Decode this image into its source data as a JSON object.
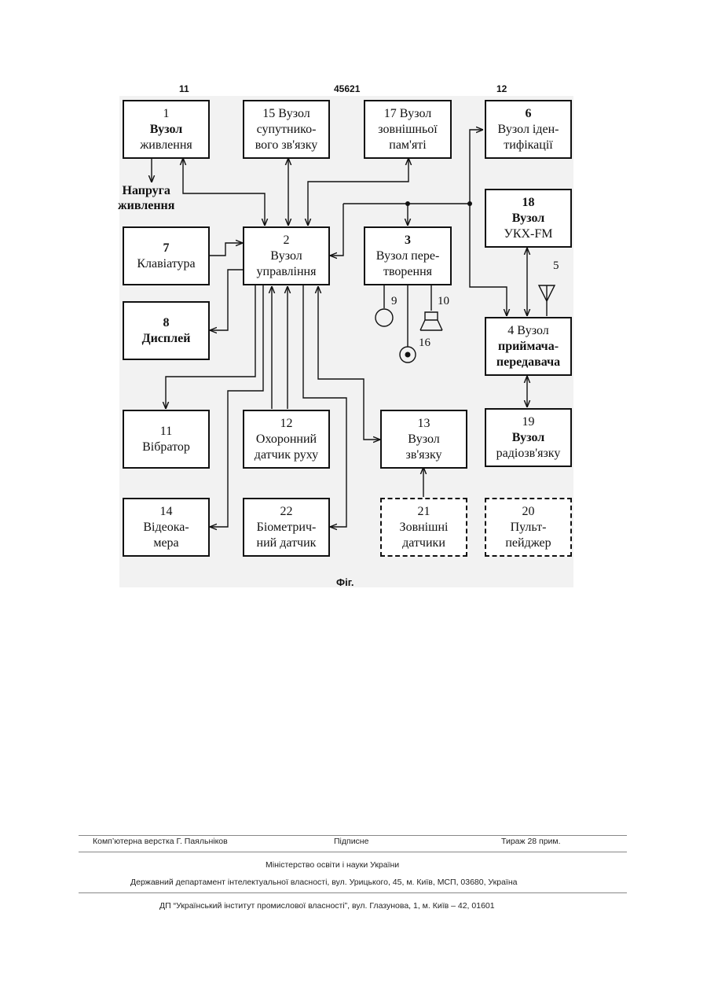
{
  "header": {
    "left_num": "11",
    "doc_num": "45621",
    "right_num": "12"
  },
  "boxes": {
    "b1": {
      "num": "1",
      "l1": "Вузол",
      "l2": "живлення"
    },
    "b15": {
      "l1": "15  Вузол",
      "l2": "супутнико-",
      "l3": "вого зв'язку"
    },
    "b17": {
      "l1": "17  Вузол",
      "l2": "зовнішньої",
      "l3": "пам'яті"
    },
    "b6": {
      "num": "6",
      "l1": "Вузол іден-",
      "l2": "тифікації"
    },
    "b7": {
      "num": "7",
      "l1": "Клавіатура"
    },
    "b2": {
      "num": "2",
      "l1": "Вузол",
      "l2": "управління"
    },
    "b3": {
      "num": "3",
      "l1": "Вузол пере-",
      "l2": "творення"
    },
    "b18": {
      "num": "18",
      "l1": "Вузол",
      "l2": "УКХ-FM"
    },
    "b8": {
      "num": "8",
      "l1": "Дисплей"
    },
    "b4": {
      "l1": "4  Вузол",
      "l2": "приймача-",
      "l3": "передавача"
    },
    "b11": {
      "num": "11",
      "l1": "Вібратор"
    },
    "b12": {
      "num": "12",
      "l1": "Охоронний",
      "l2": "датчик  руху"
    },
    "b13": {
      "num": "13",
      "l1": "Вузол",
      "l2": "зв'язку"
    },
    "b19": {
      "num": "19",
      "l1": "Вузол",
      "l2": "радіозв'язку"
    },
    "b14": {
      "num": "14",
      "l1": "Відеока-",
      "l2": "мера"
    },
    "b22": {
      "num": "22",
      "l1": "Біометрич-",
      "l2": "ний датчик"
    },
    "b21": {
      "num": "21",
      "l1": "Зовнішні",
      "l2": "датчики"
    },
    "b20": {
      "num": "20",
      "l1": "Пульт-",
      "l2": "пейджер"
    }
  },
  "supply_label": {
    "l1": "Напруга",
    "l2": "живлення"
  },
  "component_labels": {
    "n5": "5",
    "n9": "9",
    "n10": "10",
    "n16": "16"
  },
  "caption": "Фіг.",
  "footer": {
    "layout": "Комп’ютерна верстка Г. Паяльніков",
    "signed": "Підписне",
    "copies": "Тираж 28 прим.",
    "ministry": "Міністерство освіти і науки України",
    "department": "Державний департамент інтелектуальної власності, вул. Урицького, 45, м. Київ, МСП, 03680, Україна",
    "institute": "ДП “Український інститут промислової власності”, вул. Глазунова, 1, м. Київ – 42, 01601"
  },
  "colors": {
    "line": "#111111",
    "figure_bg": "#f2f2f2",
    "rule": "#888888"
  }
}
